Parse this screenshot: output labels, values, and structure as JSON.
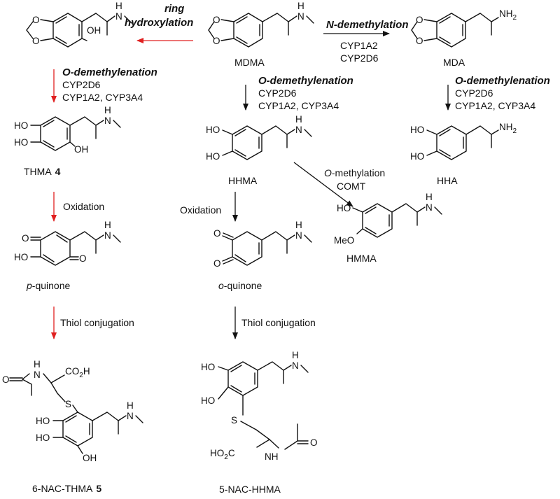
{
  "compounds": {
    "mdma": "MDMA",
    "mda": "MDA",
    "hhma": "HHMA",
    "hha": "HHA",
    "hmma": "HMMA",
    "thma": "THMA",
    "thma_num": "4",
    "p_quinone_prefix": "p",
    "p_quinone_rest": "-quinone",
    "o_quinone_prefix": "o",
    "o_quinone_rest": "-quinone",
    "nac_thma": "6-NAC-THMA",
    "nac_thma_num": "5",
    "nac_hhma": "5-NAC-HHMA"
  },
  "reactions": {
    "ring_hydroxylation_1": "ring",
    "ring_hydroxylation_2": "hydroxylation",
    "n_demethylation": "N-demethylation",
    "n_demethylation_enzyme_1": "CYP1A2",
    "n_demethylation_enzyme_2": "CYP2D6",
    "o_demethylenation": "O-demethylenation",
    "enzyme_cyp2d6": "CYP2D6",
    "enzyme_cyp1a2_cyp3a4": "CYP1A2, CYP3A4",
    "o_methylation_prefix": "O",
    "o_methylation_rest": "-methylation",
    "comt": "COMT",
    "oxidation": "Oxidation",
    "thiol_conjugation": "Thiol conjugation"
  },
  "atoms": {
    "nh": "NH",
    "h": "H",
    "n": "N",
    "nh2": "NH",
    "sub2": "2",
    "o": "O",
    "oh": "OH",
    "ho": "HO",
    "s": "S",
    "meo": "MeO",
    "co2h": "CO",
    "ho2c": "HO",
    "c_label": "C"
  },
  "colors": {
    "red_arrow": "#e02020",
    "black": "#111111"
  }
}
